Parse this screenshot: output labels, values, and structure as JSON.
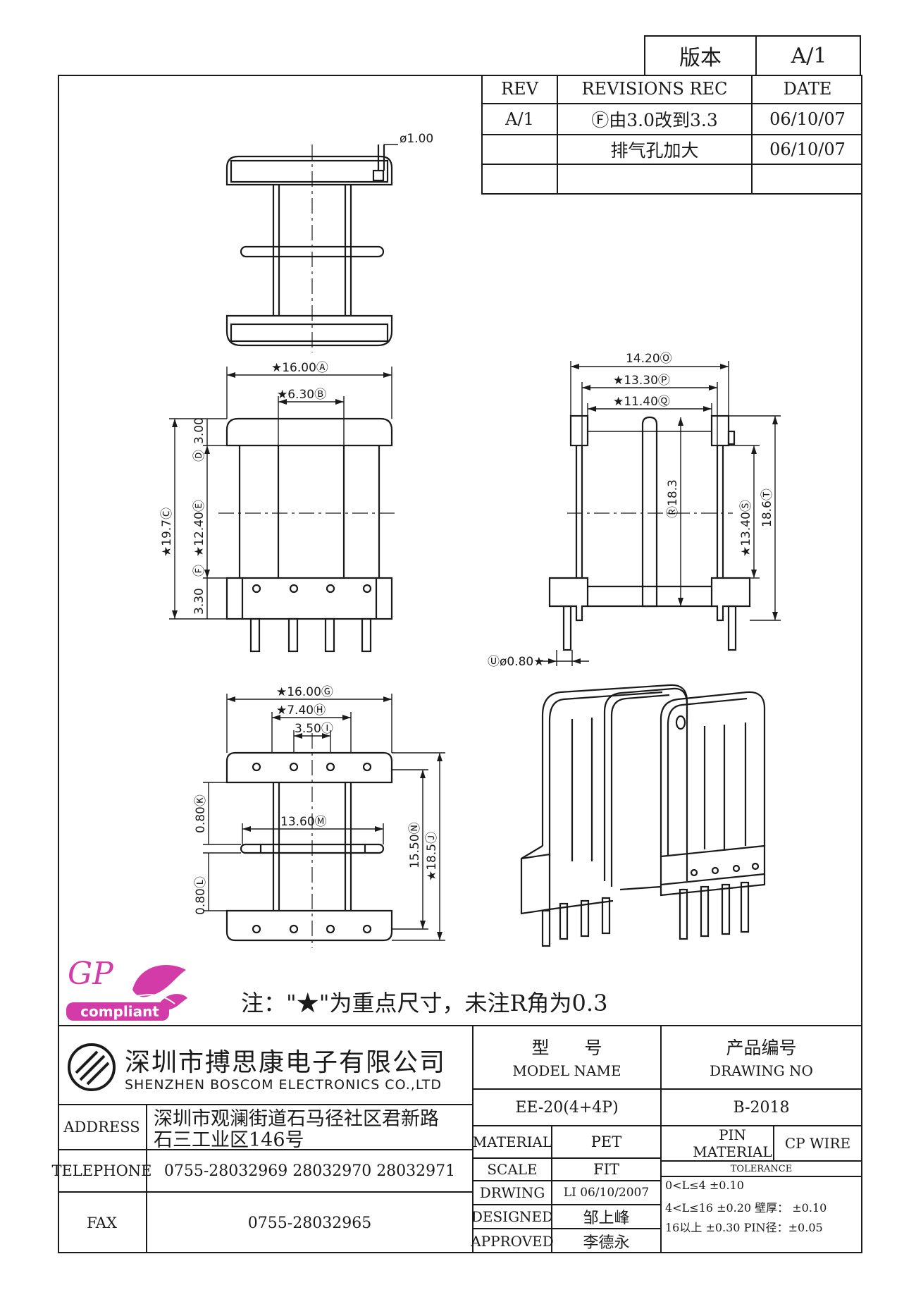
{
  "version_box": {
    "label": "版本",
    "value": "A/1"
  },
  "revisions": {
    "headers": [
      "REV",
      "REVISIONS REC",
      "DATE"
    ],
    "rows": [
      {
        "rev": "A/1",
        "rec": "Ⓕ由3.0改到3.3",
        "date": "06/10/07"
      },
      {
        "rev": "",
        "rec": "排气孔加大",
        "date": "06/10/07"
      },
      {
        "rev": "",
        "rec": "",
        "date": ""
      }
    ]
  },
  "drawing": {
    "hole_dia": "ø1.00",
    "dim_A": "★16.00Ⓐ",
    "dim_B": "★6.30Ⓑ",
    "dim_C": "★19.7Ⓒ",
    "dim_top": "3.00",
    "dim_D": "Ⓓ",
    "dim_E": "★12.40Ⓔ",
    "dim_F": "Ⓕ",
    "dim_bot": "3.30",
    "dim_O": "14.20Ⓞ",
    "dim_P": "★13.30Ⓟ",
    "dim_Q": "★11.40Ⓠ",
    "dim_R": "Ⓡ18.3",
    "dim_S": "★13.40Ⓢ",
    "dim_T": "18.6Ⓣ",
    "dim_U": "Ⓤø0.80★",
    "dim_G": "★16.00Ⓖ",
    "dim_H": "★7.40Ⓗ",
    "dim_I": "3.50Ⓘ",
    "dim_K": "0.80Ⓚ",
    "dim_L": "0.80Ⓛ",
    "dim_M": "13.60Ⓜ",
    "dim_N": "15.50Ⓝ",
    "dim_J": "★18.5Ⓙ"
  },
  "logo": {
    "gp": "GP",
    "compliant": "compliant"
  },
  "note": "注：\"★\"为重点尺寸，未注R角为0.3",
  "company": {
    "name_cn": "深圳市搏思康电子有限公司",
    "name_en": "SHENZHEN BOSCOM ELECTRONICS CO.,LTD",
    "address_label": "ADDRESS",
    "address_line1": "深圳市观澜街道石马径社区君新路",
    "address_line2": "石三工业区146号",
    "telephone_label": "TELEPHONE",
    "telephone": "0755-28032969 28032970 28032971",
    "fax_label": "FAX",
    "fax": "0755-28032965"
  },
  "title_block": {
    "model_cn": "型　　号",
    "model_en": "MODEL NAME",
    "model_value": "EE-20(4+4P)",
    "drawing_cn": "产品编号",
    "drawing_en": "DRAWING NO",
    "drawing_value": "B-2018",
    "material_label": "MATERIAL",
    "material_value": "PET",
    "scale_label": "SCALE",
    "scale_value": "FIT",
    "drwing_label": "DRWING",
    "drwing_value": "LI 06/10/2007",
    "designed_label": "DESIGNED",
    "designed_value": "邹上峰",
    "approved_label": "APPROVED",
    "approved_value": "李德永",
    "pin_material_label": "PIN MATERIAL",
    "pin_material_value": "CP WIRE",
    "tolerance_label": "TOLERANCE",
    "tol_1": "0<L≤4  ±0.10",
    "tol_2": "4<L≤16 ±0.20  壁厚：  ±0.10",
    "tol_3": "16以上    ±0.30  PIN径：±0.05"
  },
  "colors": {
    "ink": "#1a1a1a",
    "logo_pink": "#d33ba8"
  }
}
